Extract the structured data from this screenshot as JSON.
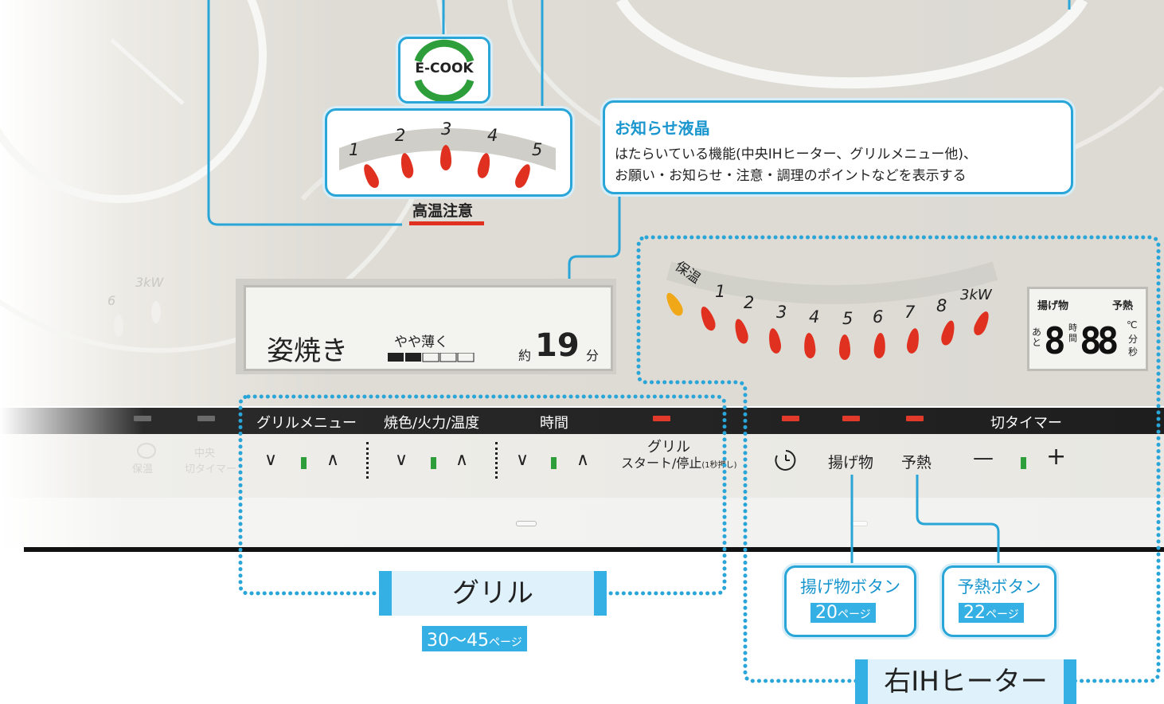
{
  "brand": {
    "ecook_logo": "E-COOK"
  },
  "center_heater": {
    "levels": [
      "1",
      "2",
      "3",
      "4",
      "5"
    ],
    "warning_label": "高温注意"
  },
  "info_lcd_callout": {
    "title": "お知らせ液晶",
    "line1": "はたらいている機能(中央IHヒーター、グリルメニュー他)、",
    "line2": "お願い・お知らせ・注意・調理のポイントなどを表示する"
  },
  "grill_lcd": {
    "menu": "姿焼き",
    "doneness": "やや薄く",
    "time_prefix": "約",
    "time_value": "19",
    "time_unit": "分",
    "doneness_level": 0.4
  },
  "right_heater": {
    "keep_warm_label": "保温",
    "levels": [
      "1",
      "2",
      "3",
      "4",
      "5",
      "6",
      "7",
      "8",
      "3kW"
    ],
    "lcd_labels": {
      "fry": "揚げ物",
      "preheat": "予熱",
      "remaining": "あと",
      "hour": "時間",
      "minute": "分",
      "celsius": "℃",
      "min2": "分",
      "sec": "秒"
    }
  },
  "left_heater": {
    "faded_levels": [
      "6",
      "3kW"
    ]
  },
  "control_bar": {
    "grill_menu": "グリルメニュー",
    "color_fire_temp": "焼色/火力/温度",
    "time": "時間",
    "off_timer": "切タイマー"
  },
  "controls": {
    "left_faded": {
      "keep_warm": "保温",
      "center_timer_top": "中央",
      "center_timer_bottom": "切タイマー"
    },
    "down": "∨",
    "up": "∧",
    "grill_start_top": "グリル",
    "grill_start_bottom": "スタート/停止",
    "grill_start_note": "(1秒押し)",
    "timer_icon": "clock-icon",
    "fry_button": "揚げ物",
    "preheat_button": "予熱",
    "minus": "—",
    "plus": "+"
  },
  "callouts": {
    "fry_button": {
      "title": "揚げ物ボタン",
      "page": "20",
      "page_unit": "ページ"
    },
    "preheat_button": {
      "title": "予熱ボタン",
      "page": "22",
      "page_unit": "ページ"
    }
  },
  "sections": {
    "grill": {
      "title": "グリル",
      "pages": "30〜45",
      "page_unit": "ページ"
    },
    "right_ih": {
      "title": "右IHヒーター"
    }
  },
  "colors": {
    "accent": "#35b0e4",
    "flame": "#e0301f",
    "keep_warm_flame": "#f0a818",
    "indicator_green": "#2e9e3a",
    "lamp_red": "#e23a2a"
  }
}
